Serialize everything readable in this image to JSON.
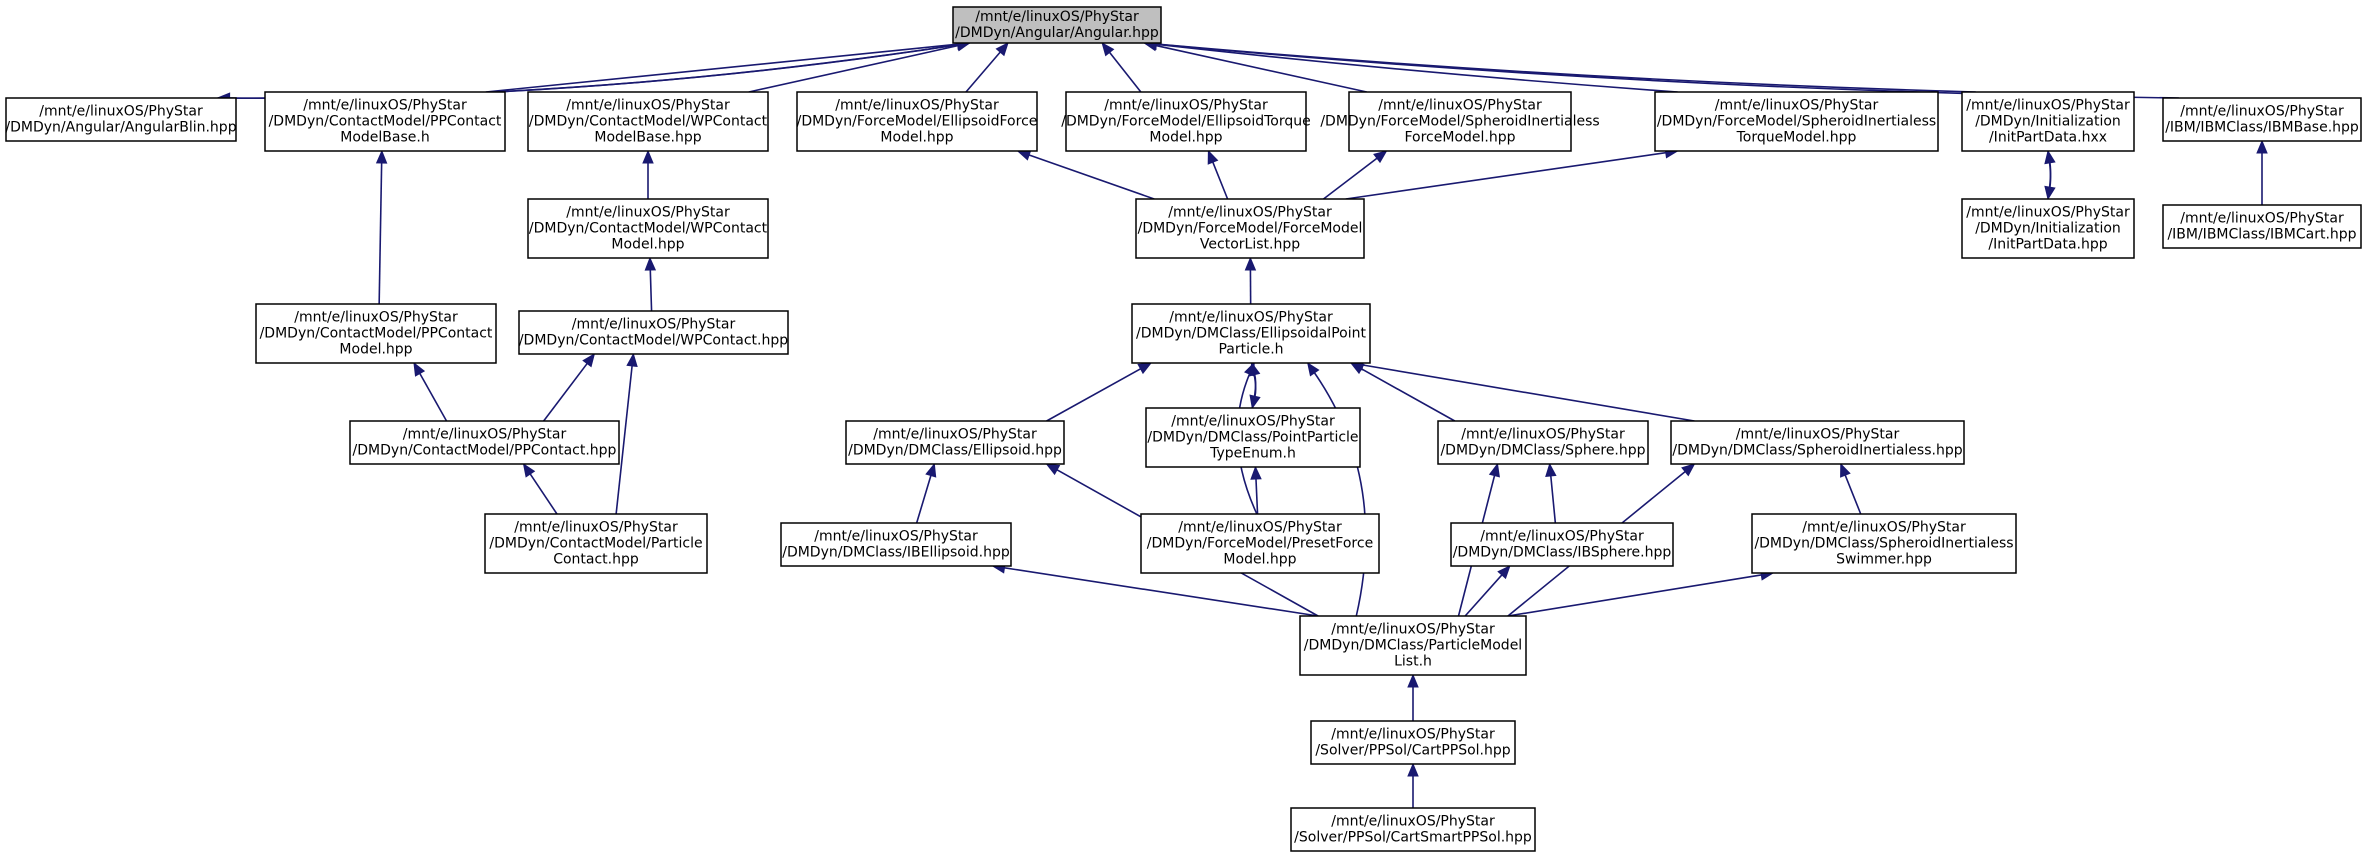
{
  "colors": {
    "edge": "#191970",
    "root_fill": "#bfbfbf",
    "node_fill": "#ffffff",
    "node_border": "#000000"
  },
  "nodes": [
    {
      "id": "angular",
      "lines": [
        "/mnt/e/linuxOS/PhyStar",
        "/DMDyn/Angular/Angular.hpp"
      ]
    },
    {
      "id": "angularblin",
      "lines": [
        "/mnt/e/linuxOS/PhyStar",
        "/DMDyn/Angular/AngularBlin.hpp"
      ]
    },
    {
      "id": "ppcontactmodelbase",
      "lines": [
        "/mnt/e/linuxOS/PhyStar",
        "/DMDyn/ContactModel/PPContact",
        "ModelBase.h"
      ]
    },
    {
      "id": "wpcontactmodelbase",
      "lines": [
        "/mnt/e/linuxOS/PhyStar",
        "/DMDyn/ContactModel/WPContact",
        "ModelBase.hpp"
      ]
    },
    {
      "id": "ellipsoidforce",
      "lines": [
        "/mnt/e/linuxOS/PhyStar",
        "/DMDyn/ForceModel/EllipsoidForce",
        "Model.hpp"
      ]
    },
    {
      "id": "ellipsoidtorque",
      "lines": [
        "/mnt/e/linuxOS/PhyStar",
        "/DMDyn/ForceModel/EllipsoidTorque",
        "Model.hpp"
      ]
    },
    {
      "id": "spheroidforce",
      "lines": [
        "/mnt/e/linuxOS/PhyStar",
        "/DMDyn/ForceModel/SpheroidInertialess",
        "ForceModel.hpp"
      ]
    },
    {
      "id": "spheroidtorque",
      "lines": [
        "/mnt/e/linuxOS/PhyStar",
        "/DMDyn/ForceModel/SpheroidInertialess",
        "TorqueModel.hpp"
      ]
    },
    {
      "id": "initpartdatahxx",
      "lines": [
        "/mnt/e/linuxOS/PhyStar",
        "/DMDyn/Initialization",
        "/InitPartData.hxx"
      ]
    },
    {
      "id": "ibmbase",
      "lines": [
        "/mnt/e/linuxOS/PhyStar",
        "/IBM/IBMClass/IBMBase.hpp"
      ]
    },
    {
      "id": "wpcontactmodel",
      "lines": [
        "/mnt/e/linuxOS/PhyStar",
        "/DMDyn/ContactModel/WPContact",
        "Model.hpp"
      ]
    },
    {
      "id": "forcemodelvectorlist",
      "lines": [
        "/mnt/e/linuxOS/PhyStar",
        "/DMDyn/ForceModel/ForceModel",
        "VectorList.hpp"
      ]
    },
    {
      "id": "initpartdatahpp",
      "lines": [
        "/mnt/e/linuxOS/PhyStar",
        "/DMDyn/Initialization",
        "/InitPartData.hpp"
      ]
    },
    {
      "id": "ibmcart",
      "lines": [
        "/mnt/e/linuxOS/PhyStar",
        "/IBM/IBMClass/IBMCart.hpp"
      ]
    },
    {
      "id": "ppcontactmodel",
      "lines": [
        "/mnt/e/linuxOS/PhyStar",
        "/DMDyn/ContactModel/PPContact",
        "Model.hpp"
      ]
    },
    {
      "id": "wpcontact",
      "lines": [
        "/mnt/e/linuxOS/PhyStar",
        "/DMDyn/ContactModel/WPContact.hpp"
      ]
    },
    {
      "id": "ellipsoidalpoint",
      "lines": [
        "/mnt/e/linuxOS/PhyStar",
        "/DMDyn/DMClass/EllipsoidalPoint",
        "Particle.h"
      ]
    },
    {
      "id": "ppcontact",
      "lines": [
        "/mnt/e/linuxOS/PhyStar",
        "/DMDyn/ContactModel/PPContact.hpp"
      ]
    },
    {
      "id": "ellipsoid",
      "lines": [
        "/mnt/e/linuxOS/PhyStar",
        "/DMDyn/DMClass/Ellipsoid.hpp"
      ]
    },
    {
      "id": "pointparticletype",
      "lines": [
        "/mnt/e/linuxOS/PhyStar",
        "/DMDyn/DMClass/PointParticle",
        "TypeEnum.h"
      ]
    },
    {
      "id": "sphere",
      "lines": [
        "/mnt/e/linuxOS/PhyStar",
        "/DMDyn/DMClass/Sphere.hpp"
      ]
    },
    {
      "id": "spheroidinertialess",
      "lines": [
        "/mnt/e/linuxOS/PhyStar",
        "/DMDyn/DMClass/SpheroidInertialess.hpp"
      ]
    },
    {
      "id": "particlecontact",
      "lines": [
        "/mnt/e/linuxOS/PhyStar",
        "/DMDyn/ContactModel/Particle",
        "Contact.hpp"
      ]
    },
    {
      "id": "ibellipsoid",
      "lines": [
        "/mnt/e/linuxOS/PhyStar",
        "/DMDyn/DMClass/IBEllipsoid.hpp"
      ]
    },
    {
      "id": "presetforce",
      "lines": [
        "/mnt/e/linuxOS/PhyStar",
        "/DMDyn/ForceModel/PresetForce",
        "Model.hpp"
      ]
    },
    {
      "id": "ibsphere",
      "lines": [
        "/mnt/e/linuxOS/PhyStar",
        "/DMDyn/DMClass/IBSphere.hpp"
      ]
    },
    {
      "id": "spheroidswimmer",
      "lines": [
        "/mnt/e/linuxOS/PhyStar",
        "/DMDyn/DMClass/SpheroidInertialess",
        "Swimmer.hpp"
      ]
    },
    {
      "id": "particlemodellist",
      "lines": [
        "/mnt/e/linuxOS/PhyStar",
        "/DMDyn/DMClass/ParticleModel",
        "List.h"
      ]
    },
    {
      "id": "cartppsol",
      "lines": [
        "/mnt/e/linuxOS/PhyStar",
        "/Solver/PPSol/CartPPSol.hpp"
      ]
    },
    {
      "id": "cartsmartppsol",
      "lines": [
        "/mnt/e/linuxOS/PhyStar",
        "/Solver/PPSol/CartSmartPPSol.hpp"
      ]
    }
  ],
  "edges": [
    {
      "from": "angularblin",
      "to": "angular"
    },
    {
      "from": "angular",
      "to": "angularblin"
    },
    {
      "from": "ppcontactmodelbase",
      "to": "angular"
    },
    {
      "from": "wpcontactmodelbase",
      "to": "angular"
    },
    {
      "from": "ellipsoidforce",
      "to": "angular"
    },
    {
      "from": "ellipsoidtorque",
      "to": "angular"
    },
    {
      "from": "spheroidforce",
      "to": "angular"
    },
    {
      "from": "spheroidtorque",
      "to": "angular"
    },
    {
      "from": "initpartdatahxx",
      "to": "angular"
    },
    {
      "from": "ibmbase",
      "to": "angular"
    },
    {
      "from": "ppcontactmodel",
      "to": "ppcontactmodelbase"
    },
    {
      "from": "wpcontactmodel",
      "to": "wpcontactmodelbase"
    },
    {
      "from": "forcemodelvectorlist",
      "to": "ellipsoidforce"
    },
    {
      "from": "forcemodelvectorlist",
      "to": "ellipsoidtorque"
    },
    {
      "from": "forcemodelvectorlist",
      "to": "spheroidforce"
    },
    {
      "from": "forcemodelvectorlist",
      "to": "spheroidtorque"
    },
    {
      "from": "initpartdatahpp",
      "to": "initpartdatahxx"
    },
    {
      "from": "initpartdatahxx",
      "to": "initpartdatahpp"
    },
    {
      "from": "ibmcart",
      "to": "ibmbase"
    },
    {
      "from": "wpcontact",
      "to": "wpcontactmodel"
    },
    {
      "from": "ellipsoidalpoint",
      "to": "forcemodelvectorlist"
    },
    {
      "from": "ppcontact",
      "to": "ppcontactmodel"
    },
    {
      "from": "ppcontact",
      "to": "wpcontact"
    },
    {
      "from": "particlecontact",
      "to": "ppcontact"
    },
    {
      "from": "particlecontact",
      "to": "wpcontact"
    },
    {
      "from": "ellipsoid",
      "to": "ellipsoidalpoint"
    },
    {
      "from": "pointparticletype",
      "to": "ellipsoidalpoint"
    },
    {
      "from": "ellipsoidalpoint",
      "to": "pointparticletype"
    },
    {
      "from": "presetforce",
      "to": "ellipsoidalpoint"
    },
    {
      "from": "sphere",
      "to": "ellipsoidalpoint"
    },
    {
      "from": "spheroidinertialess",
      "to": "ellipsoidalpoint"
    },
    {
      "from": "particlemodellist",
      "to": "ellipsoidalpoint"
    },
    {
      "from": "presetforce",
      "to": "pointparticletype"
    },
    {
      "from": "ibellipsoid",
      "to": "ellipsoid"
    },
    {
      "from": "particlemodellist",
      "to": "ellipsoid"
    },
    {
      "from": "ibsphere",
      "to": "sphere"
    },
    {
      "from": "particlemodellist",
      "to": "sphere"
    },
    {
      "from": "spheroidswimmer",
      "to": "spheroidinertialess"
    },
    {
      "from": "particlemodellist",
      "to": "spheroidinertialess"
    },
    {
      "from": "particlemodellist",
      "to": "ibellipsoid"
    },
    {
      "from": "particlemodellist",
      "to": "ibsphere"
    },
    {
      "from": "particlemodellist",
      "to": "spheroidswimmer"
    },
    {
      "from": "cartppsol",
      "to": "particlemodellist"
    },
    {
      "from": "cartsmartppsol",
      "to": "cartppsol"
    }
  ]
}
